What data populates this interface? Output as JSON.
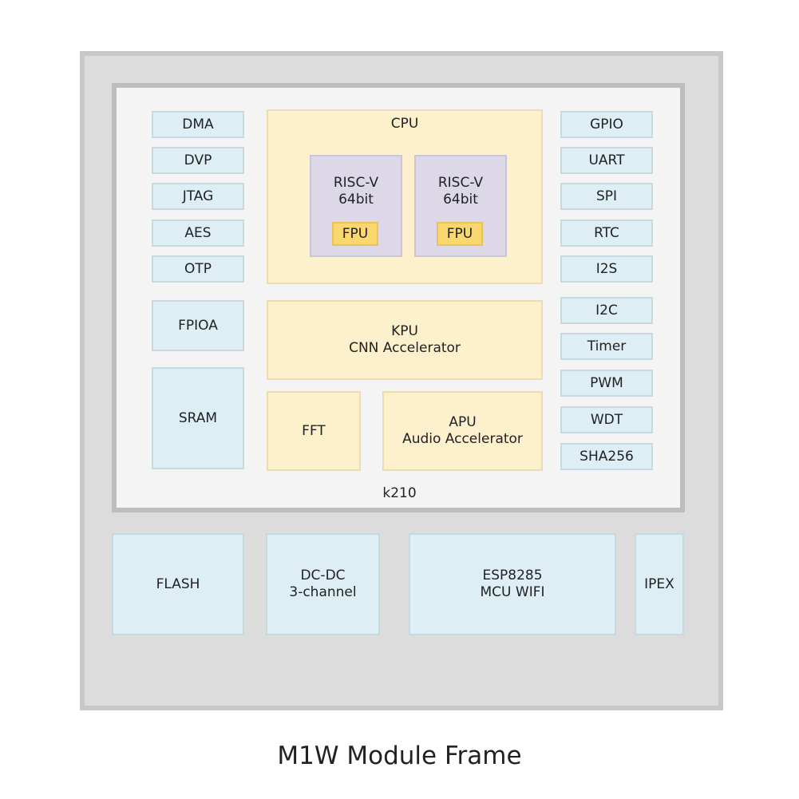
{
  "title": "M1W Module Frame",
  "chip": {
    "label": "k210"
  },
  "left_peripherals": [
    "DMA",
    "DVP",
    "JTAG",
    "AES",
    "OTP"
  ],
  "fpioa": "FPIOA",
  "sram": "SRAM",
  "right_peripherals": [
    "GPIO",
    "UART",
    "SPI",
    "RTC",
    "I2S",
    "I2C",
    "Timer",
    "PWM",
    "WDT",
    "SHA256"
  ],
  "cpu": {
    "label": "CPU",
    "cores": [
      {
        "line1": "RISC-V",
        "line2": "64bit",
        "fpu": "FPU"
      },
      {
        "line1": "RISC-V",
        "line2": "64bit",
        "fpu": "FPU"
      }
    ]
  },
  "kpu": {
    "line1": "KPU",
    "line2": "CNN Accelerator"
  },
  "fft": "FFT",
  "apu": {
    "line1": "APU",
    "line2": "Audio Accelerator"
  },
  "module_blocks": {
    "flash": "FLASH",
    "dcdc": {
      "line1": "DC-DC",
      "line2": "3-channel"
    },
    "esp": {
      "line1": "ESP8285",
      "line2": "MCU WIFI"
    },
    "ipex": "IPEX"
  },
  "colors": {
    "peripheral": "#ddeef4",
    "compute": "#fdf0cc",
    "core": "#ddd8e8",
    "fpu": "#fbd76f",
    "frame": "#dcdcdc"
  }
}
